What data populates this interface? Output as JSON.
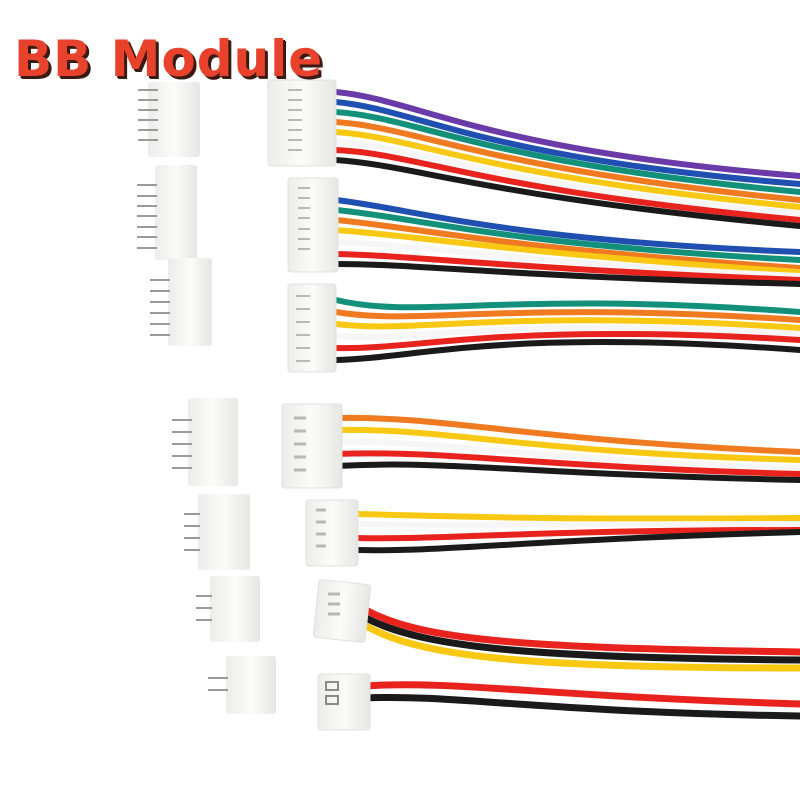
{
  "title": "BB Module",
  "colors": {
    "title": "#e8412c",
    "title_shadow": "#3a1a12",
    "background": "#ffffff",
    "housing": "#f4f4f2"
  },
  "connectors": [
    {
      "pins": 8,
      "wires": [
        "purple",
        "blue",
        "green",
        "orange",
        "yellow",
        "white",
        "red",
        "black"
      ]
    },
    {
      "pins": 7,
      "wires": [
        "blue",
        "green",
        "orange",
        "yellow",
        "white",
        "red",
        "black"
      ]
    },
    {
      "pins": 6,
      "wires": [
        "green",
        "orange",
        "yellow",
        "white",
        "red",
        "black"
      ]
    },
    {
      "pins": 5,
      "wires": [
        "orange",
        "yellow",
        "white",
        "red",
        "black"
      ]
    },
    {
      "pins": 4,
      "wires": [
        "yellow",
        "white",
        "red",
        "black"
      ]
    },
    {
      "pins": 3,
      "wires": [
        "red",
        "black",
        "yellow"
      ]
    },
    {
      "pins": 2,
      "wires": [
        "red",
        "black"
      ]
    }
  ]
}
